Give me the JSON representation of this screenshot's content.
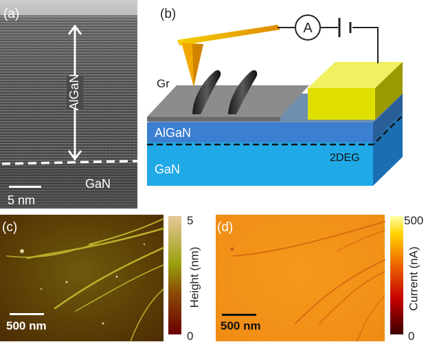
{
  "panels": {
    "a": {
      "label": "(a)",
      "layer_top": "AlGaN",
      "layer_bottom": "GaN",
      "scalebar": "5 nm"
    },
    "b": {
      "label": "(b)",
      "ammeter": "A",
      "graphene": "Gr",
      "layer_top": "AlGaN",
      "layer_bottom": "GaN",
      "interface": "2DEG",
      "colors": {
        "algan": "#3a7fd0",
        "gan": "#1fa9e6",
        "contact": "#e0e000",
        "tip": "#f0b400",
        "graphene": "#8c8c8c"
      }
    },
    "c": {
      "label": "(c)",
      "scalebar": "500 nm",
      "colorbar_label": "Height (nm)",
      "colorbar_max": "5",
      "colorbar_min": "0"
    },
    "d": {
      "label": "(d)",
      "scalebar": "500 nm",
      "colorbar_label": "Current (nA)",
      "colorbar_max": "500",
      "colorbar_min": "0"
    }
  }
}
